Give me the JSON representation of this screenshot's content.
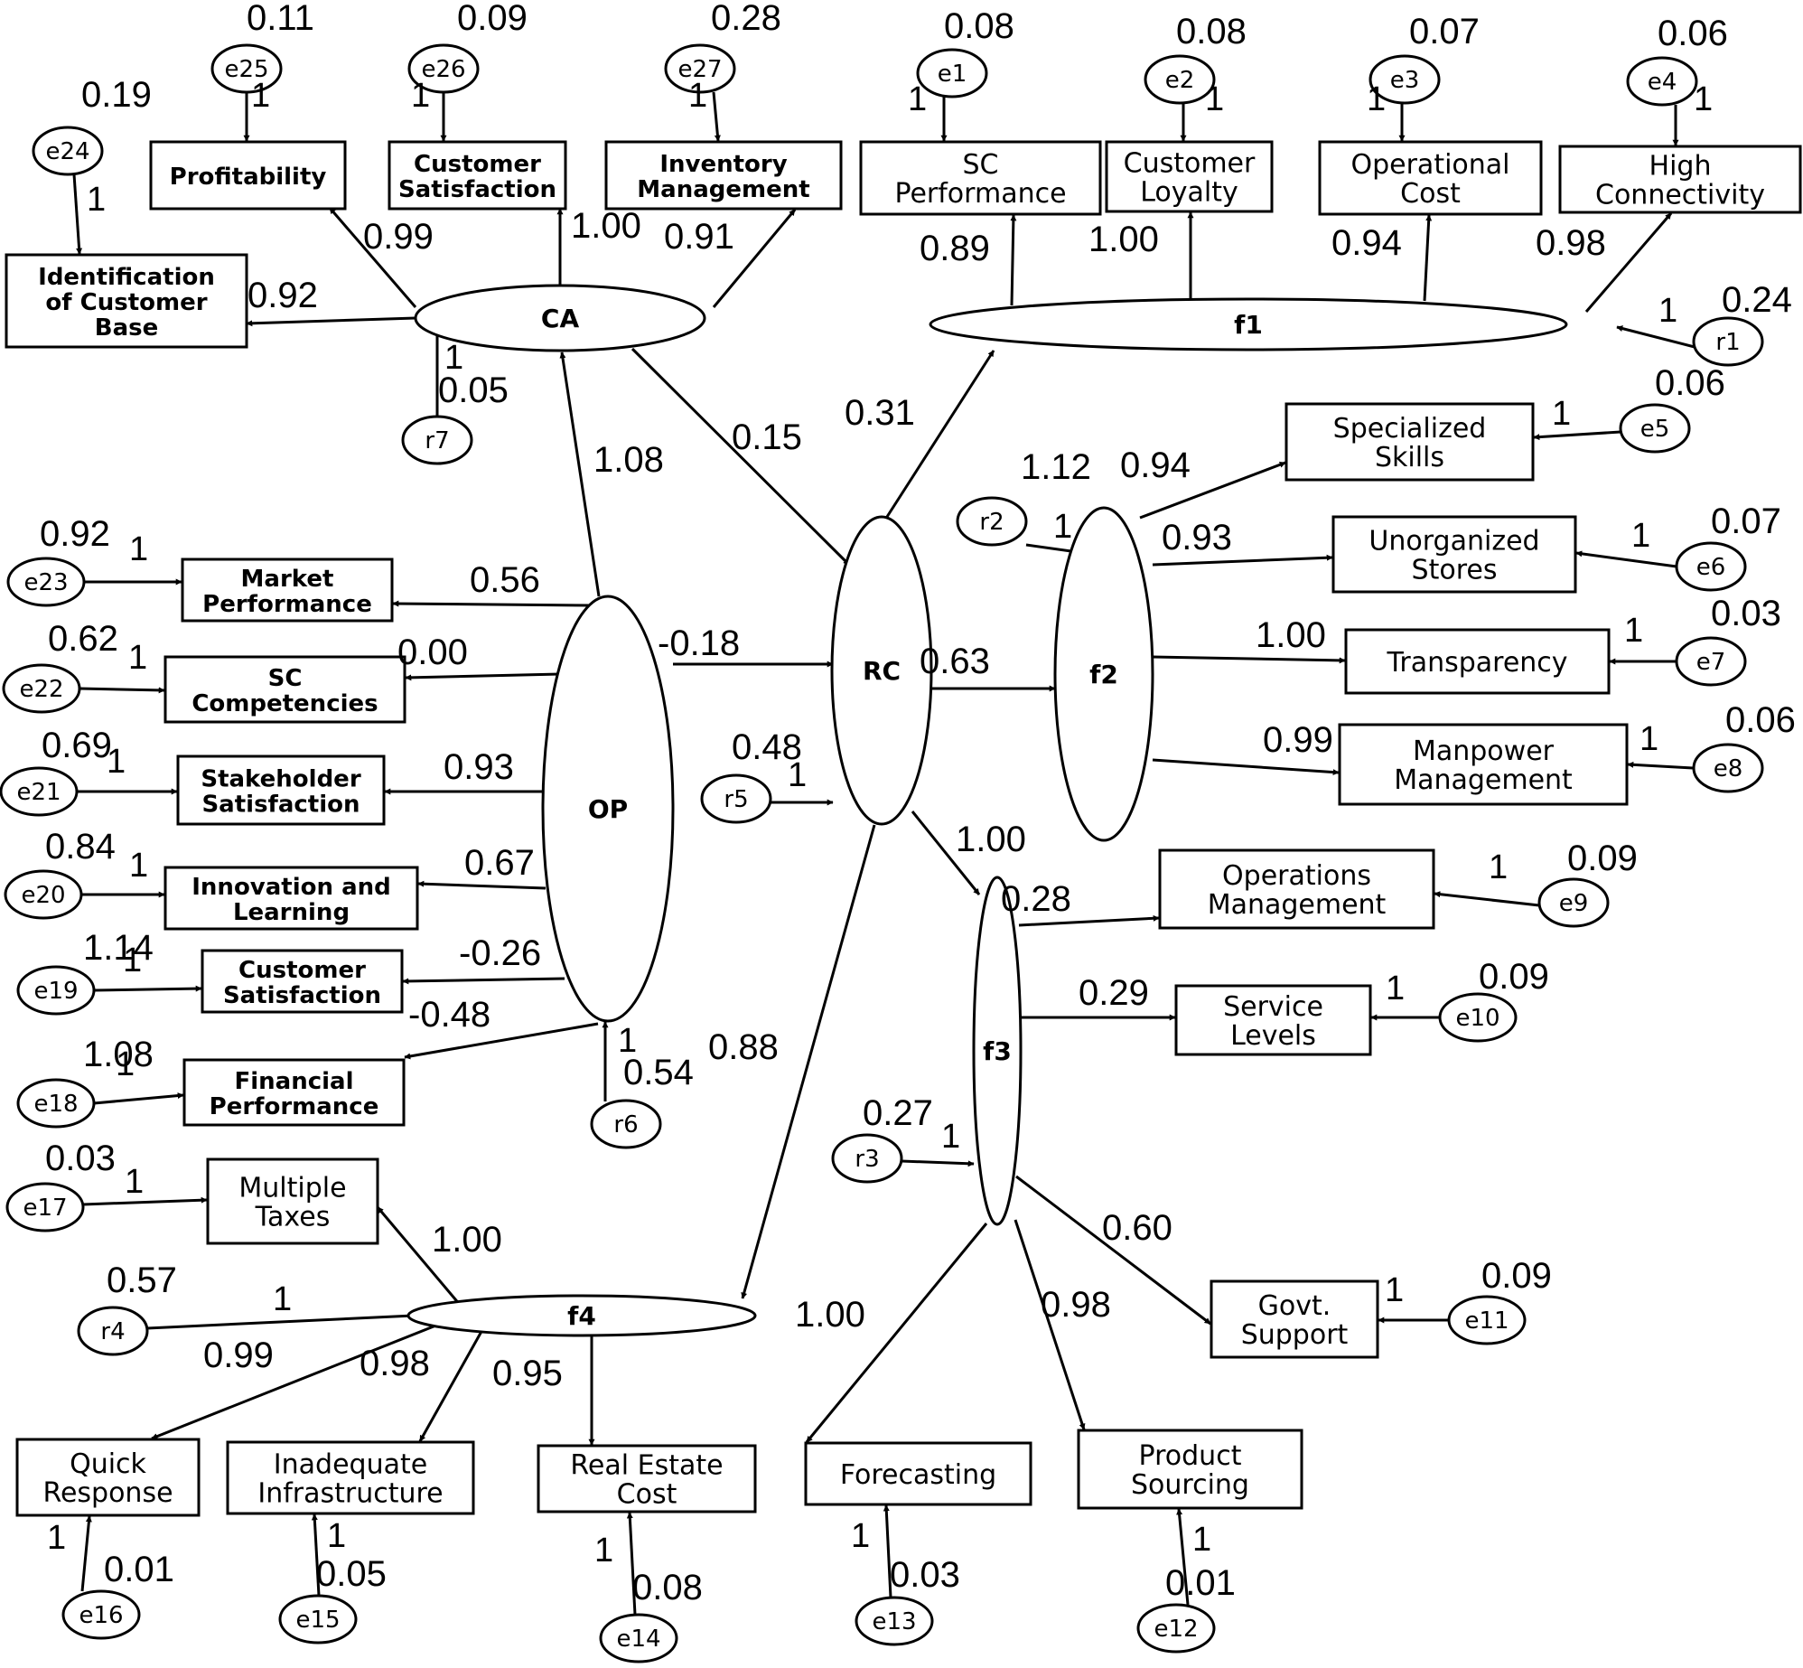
{
  "diagram": {
    "latent": {
      "CA": "CA",
      "OP": "OP",
      "RC": "RC",
      "f1": "f1",
      "f2": "f2",
      "f3": "f3",
      "f4": "f4"
    },
    "indicators": {
      "profitability": [
        "Profitability"
      ],
      "customer_satisfaction_top": [
        "Customer",
        "Satisfaction"
      ],
      "inventory_management": [
        "Inventory",
        "Management"
      ],
      "identification_customer_base": [
        "Identification",
        "of Customer",
        "Base"
      ],
      "sc_performance": [
        "SC",
        "Performance"
      ],
      "customer_loyalty": [
        "Customer",
        "Loyalty"
      ],
      "operational_cost": [
        "Operational",
        "Cost"
      ],
      "high_connectivity": [
        "High",
        "Connectivity"
      ],
      "specialized_skills": [
        "Specialized",
        "Skills"
      ],
      "unorganized_stores": [
        "Unorganized",
        "Stores"
      ],
      "transparency": [
        "Transparency"
      ],
      "manpower_management": [
        "Manpower",
        "Management"
      ],
      "market_performance": [
        "Market",
        "Performance"
      ],
      "sc_competencies": [
        "SC",
        "Competencies"
      ],
      "stakeholder_satisfaction": [
        "Stakeholder",
        "Satisfaction"
      ],
      "innovation_learning": [
        "Innovation and",
        "Learning"
      ],
      "customer_satisfaction_op": [
        "Customer",
        "Satisfaction"
      ],
      "financial_performance": [
        "Financial",
        "Performance"
      ],
      "operations_management": [
        "Operations",
        "Management"
      ],
      "service_levels": [
        "Service",
        "Levels"
      ],
      "govt_support": [
        "Govt.",
        "Support"
      ],
      "multiple_taxes": [
        "Multiple",
        "Taxes"
      ],
      "quick_response": [
        "Quick",
        "Response"
      ],
      "inadequate_infrastructure": [
        "Inadequate",
        "Infrastructure"
      ],
      "real_estate_cost": [
        "Real Estate",
        "Cost"
      ],
      "forecasting": [
        "Forecasting"
      ],
      "product_sourcing": [
        "Product",
        "Sourcing"
      ]
    },
    "errors": {
      "e1": "e1",
      "e2": "e2",
      "e3": "e3",
      "e4": "e4",
      "e5": "e5",
      "e6": "e6",
      "e7": "e7",
      "e8": "e8",
      "e9": "e9",
      "e10": "e10",
      "e11": "e11",
      "e12": "e12",
      "e13": "e13",
      "e14": "e14",
      "e15": "e15",
      "e16": "e16",
      "e17": "e17",
      "e18": "e18",
      "e19": "e19",
      "e20": "e20",
      "e21": "e21",
      "e22": "e22",
      "e23": "e23",
      "e24": "e24",
      "e25": "e25",
      "e26": "e26",
      "e27": "e27",
      "r1": "r1",
      "r2": "r2",
      "r3": "r3",
      "r4": "r4",
      "r5": "r5",
      "r6": "r6",
      "r7": "r7"
    },
    "variances": {
      "e25": "0.11",
      "e26": "0.09",
      "e27": "0.28",
      "e24": "0.19",
      "e1": "0.08",
      "e2": "0.08",
      "e3": "0.07",
      "e4": "0.06",
      "r1": "0.24",
      "e5": "0.06",
      "r2": "1.12",
      "e6": "0.07",
      "e7": "0.03",
      "e8": "0.06",
      "e23": "0.92",
      "e22": "0.62",
      "e21": "0.69",
      "e20": "0.84",
      "e19": "1.14",
      "e18": "1.08",
      "r7": "0.05",
      "r5": "0.48",
      "r6": "0.54",
      "r3": "0.27",
      "r4": "0.57",
      "e9": "0.09",
      "e10": "0.09",
      "e11": "0.09",
      "e17": "0.03",
      "e16": "0.01",
      "e15": "0.05",
      "e14": "0.08",
      "e13": "0.03",
      "e12": "0.01"
    },
    "loadings": {
      "ca_profitability": "0.99",
      "ca_customer_satisfaction": "1.00",
      "ca_inventory": "0.91",
      "ca_identification": "0.92",
      "f1_sc_performance": "0.89",
      "f1_customer_loyalty": "1.00",
      "f1_operational_cost": "0.94",
      "f1_high_connectivity": "0.98",
      "f2_specialized_skills": "0.94",
      "f2_unorganized_stores": "0.93",
      "f2_transparency": "1.00",
      "f2_manpower": "0.99",
      "op_market_performance": "0.56",
      "op_sc_competencies": "0.00",
      "op_stakeholder": "0.93",
      "op_innovation": "0.67",
      "op_customer_satisfaction": "-0.26",
      "op_financial": "-0.48",
      "f3_operations_management": "0.28",
      "f3_service_levels": "0.29",
      "f3_govt_support": "0.60",
      "f3_forecasting": "1.00",
      "f3_product_sourcing": "0.98",
      "f4_multiple_taxes": "1.00",
      "f4_quick_response": "0.99",
      "f4_inadequate_infrastructure": "0.98",
      "f4_real_estate_cost": "0.95"
    },
    "structural": {
      "op_ca": "1.08",
      "ca_rc": "0.15",
      "op_rc": "-0.18",
      "rc_f1": "0.31",
      "rc_f2": "0.63",
      "rc_f3": "1.00",
      "rc_f4": "0.88"
    },
    "fixed_one": "1"
  }
}
